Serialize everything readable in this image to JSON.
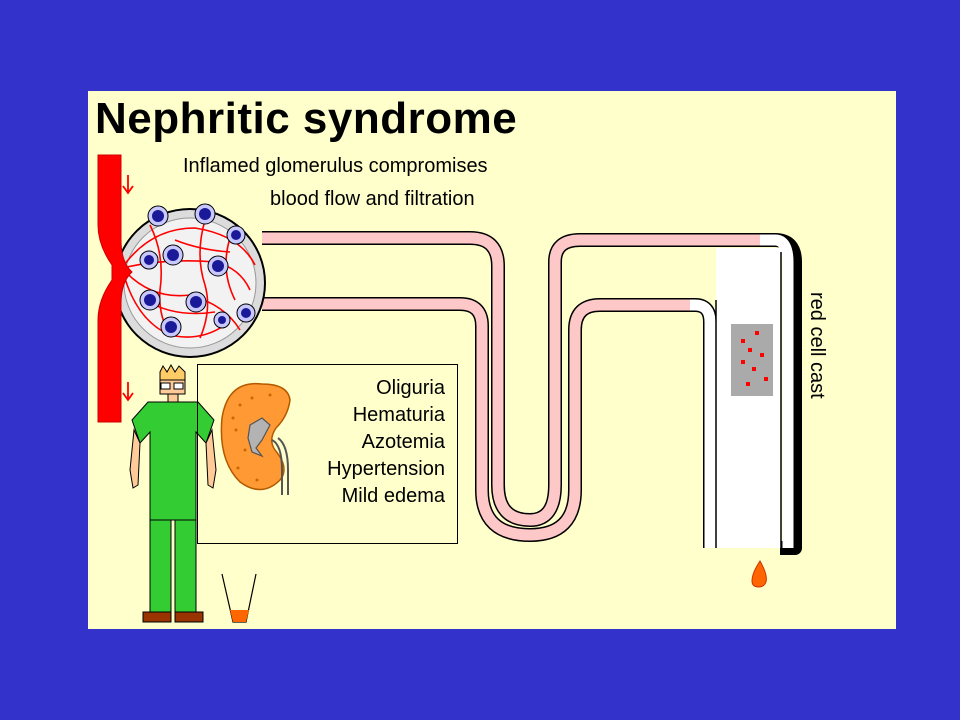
{
  "title": "Nephritic syndrome",
  "subtitle_line1": "Inflamed glomerulus compromises",
  "subtitle_line2": "blood flow and filtration",
  "symptoms": [
    "Oliguria",
    "Hematuria",
    "Azotemia",
    "Hypertension",
    "Mild edema"
  ],
  "cast_label": "red cell cast",
  "colors": {
    "background": "#3333cc",
    "panel": "#ffffcc",
    "vessel": "#ff0000",
    "tubule_wall": "#000000",
    "tubule_pink": "#ffc8c8",
    "tubule_white": "#ffffff",
    "kidney": "#ff9933",
    "scrubs": "#33cc33",
    "hair": "#ffcc66",
    "cast": "#aaaaaa",
    "urine_drop": "#ff6600"
  }
}
